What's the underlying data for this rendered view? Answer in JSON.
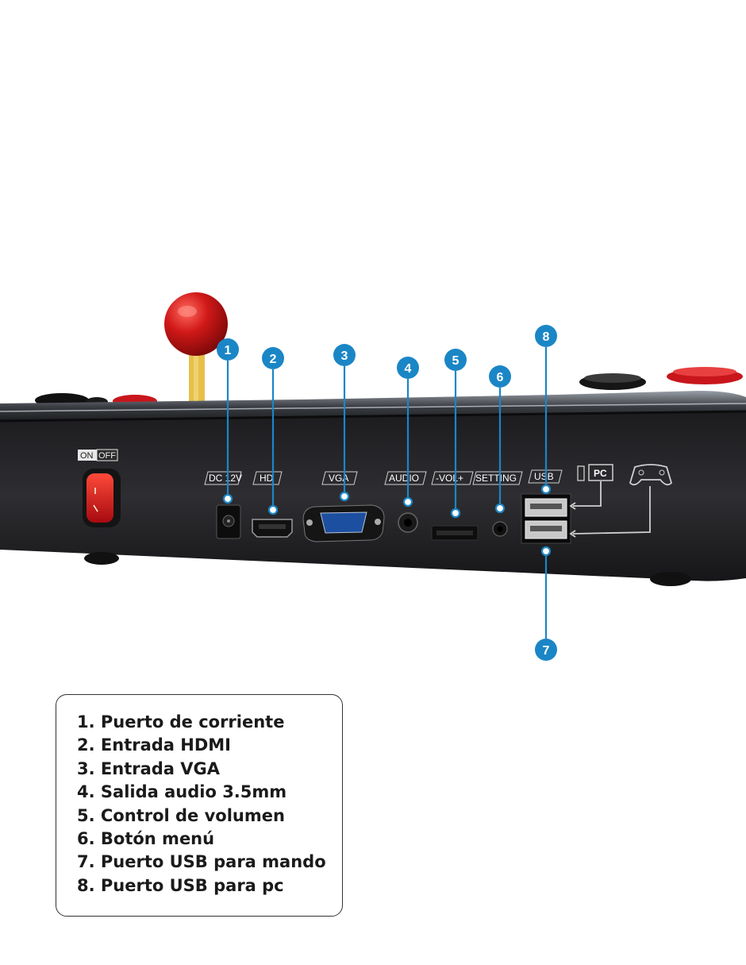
{
  "colors": {
    "marker": "#1b86c6",
    "marker_line": "#1b86c6",
    "device_body": "#2a2a2d",
    "switch": "#d8121a",
    "ball": "#d01818",
    "stick": "#e6c04a"
  },
  "device": {
    "switch_on": "ON",
    "switch_off": "OFF",
    "port_labels": {
      "dc": "DC 12V",
      "hdmi": "HD",
      "vga": "VGA",
      "audio": "AUDIO",
      "vol": "-VOL+",
      "setting": "SETTING",
      "usb": "USB"
    },
    "pc_tag": "PC",
    "pc_icon": "monitor-icon",
    "gamepad_icon": "gamepad-icon"
  },
  "markers": {
    "m1": "1",
    "m2": "2",
    "m3": "3",
    "m4": "4",
    "m5": "5",
    "m6": "6",
    "m7": "7",
    "m8": "8"
  },
  "legend": {
    "items": [
      "1. Puerto de corriente",
      "2. Entrada HDMI",
      "3. Entrada VGA",
      "4. Salida audio 3.5mm",
      "5. Control de volumen",
      "6. Botón menú",
      "7. Puerto USB para mando",
      "8. Puerto USB para pc"
    ]
  }
}
